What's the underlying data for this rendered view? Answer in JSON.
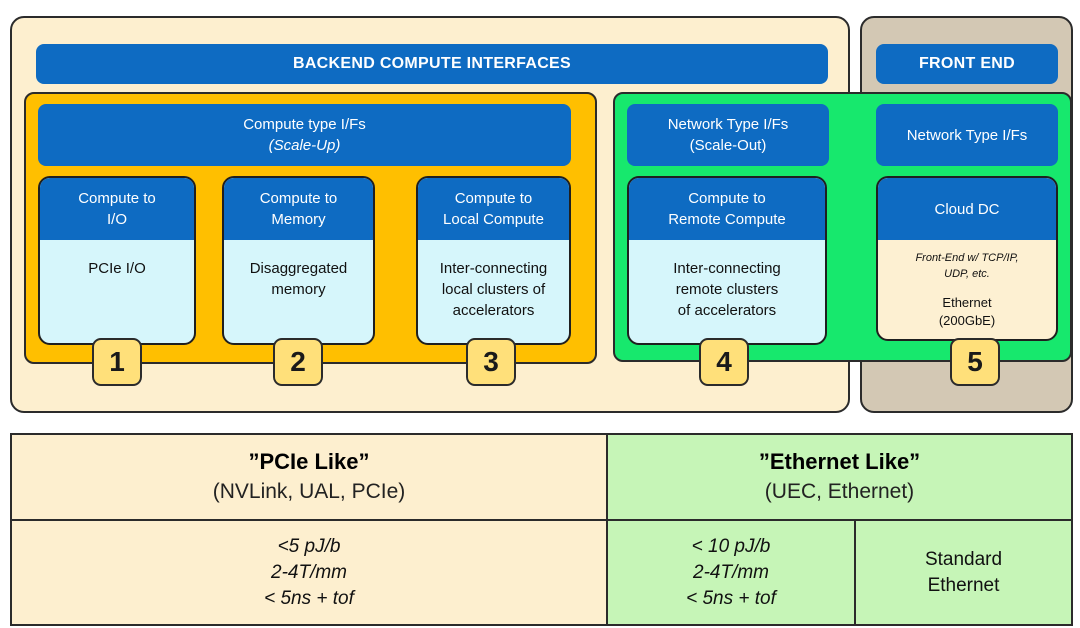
{
  "backend": {
    "title": "BACKEND COMPUTE INTERFACES",
    "scale_up": {
      "title": "Compute type I/Fs",
      "subtitle": "(Scale-Up)"
    },
    "scale_out": {
      "title": "Network Type I/Fs",
      "subtitle": "(Scale-Out)"
    }
  },
  "frontend": {
    "title": "FRONT END",
    "header": "Network Type I/Fs"
  },
  "cards": [
    {
      "head_line1": "Compute to",
      "head_line2": "I/O",
      "body": [
        "PCIe I/O"
      ],
      "number": "1"
    },
    {
      "head_line1": "Compute to",
      "head_line2": "Memory",
      "body": [
        "Disaggregated",
        "memory"
      ],
      "number": "2"
    },
    {
      "head_line1": "Compute to",
      "head_line2": "Local Compute",
      "body": [
        "Inter-connecting",
        "local clusters of",
        "accelerators"
      ],
      "number": "3"
    },
    {
      "head_line1": "Compute to",
      "head_line2": "Remote Compute",
      "body": [
        "Inter-connecting",
        "remote clusters",
        "of accelerators"
      ],
      "number": "4"
    },
    {
      "head_line1": "Cloud DC",
      "head_line2": "",
      "body_proto": [
        "Front-End w/ TCP/IP,",
        "UDP, etc."
      ],
      "body": [
        "Ethernet",
        "(200GbE)"
      ],
      "number": "5"
    }
  ],
  "table": {
    "pcie": {
      "title": "”PCIe Like”",
      "subtitle": "(NVLink, UAL, PCIe)",
      "specs": [
        "<5 pJ/b",
        "2-4T/mm",
        "< 5ns + tof"
      ]
    },
    "ethernet": {
      "title": "”Ethernet Like”",
      "subtitle": "(UEC, Ethernet)",
      "specs": [
        "< 10 pJ/b",
        "2-4T/mm",
        "< 5ns + tof"
      ],
      "standard": [
        "Standard",
        "Ethernet"
      ]
    }
  },
  "colors": {
    "blue": "#0e6bc2",
    "amber": "#ffbf00",
    "green": "#17e86d",
    "peach": "#fdefcf",
    "taupe": "#d3c8b4",
    "light_cyan": "#d6f6fb",
    "light_green": "#c6f5b7",
    "badge_yellow": "#ffe07a"
  }
}
